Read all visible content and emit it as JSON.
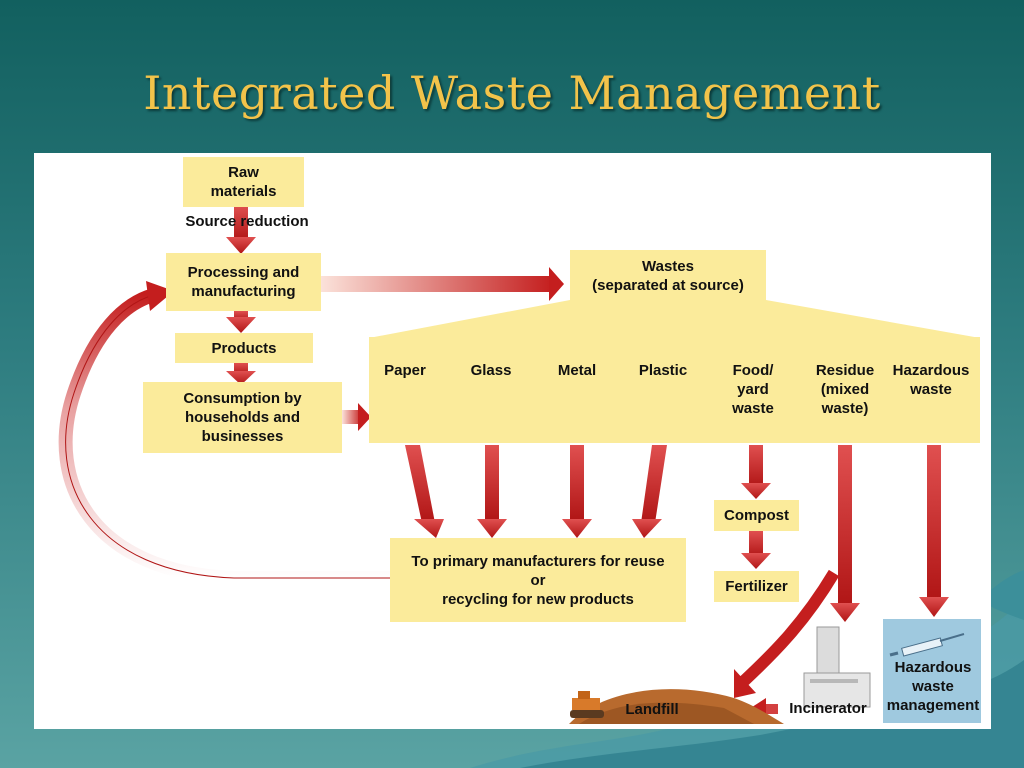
{
  "slide": {
    "title": "Integrated Waste Management"
  },
  "diagram": {
    "raw_materials": "Raw\nmaterials",
    "source_reduction": "Source reduction",
    "processing": "Processing and\nmanufacturing",
    "products": "Products",
    "consumption": "Consumption by\nhouseholds and\nbusinesses",
    "wastes": "Wastes\n(separated at source)",
    "bins": [
      {
        "label": "Paper"
      },
      {
        "label": "Glass"
      },
      {
        "label": "Metal"
      },
      {
        "label": "Plastic"
      },
      {
        "label": "Food/\nyard\nwaste"
      },
      {
        "label": "Residue\n(mixed\nwaste)"
      },
      {
        "label": "Hazardous\nwaste"
      }
    ],
    "reuse": "To primary manufacturers for reuse\nor\nrecycling for new products",
    "compost": "Compost",
    "fertilizer": "Fertilizer",
    "landfill": "Landfill",
    "incinerator": "Incinerator",
    "hazardous_mgmt": "Hazardous\nwaste\nmanagement"
  },
  "colors": {
    "box_fill": "#fbeb9b",
    "arrow_red": "#c41e1e",
    "title_gold": "#f2c34a",
    "background": "#1f6f70"
  },
  "icons": [
    "syringe-icon",
    "bulldozer-icon",
    "incinerator-icon",
    "waste-bin-icon"
  ]
}
